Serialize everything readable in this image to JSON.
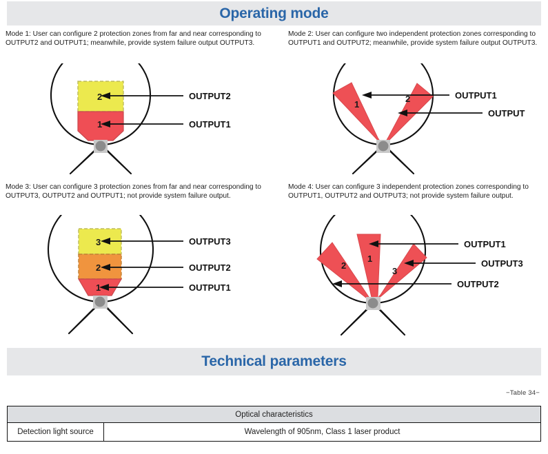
{
  "sections": {
    "operating": {
      "title": "Operating mode"
    },
    "technical": {
      "title": "Technical parameters"
    }
  },
  "modes": [
    {
      "id": "mode1",
      "description": "Mode 1: User can configure 2 protection zones from far and near corresponding to OUTPUT2 and OUTPUT1; meanwhile, provide system failure output OUTPUT3.",
      "diagram_type": "stacked-zones",
      "zones": [
        {
          "number": "2",
          "color": "#ece94e",
          "label": "OUTPUT2"
        },
        {
          "number": "1",
          "color": "#ef4e55",
          "label": "OUTPUT1"
        }
      ]
    },
    {
      "id": "mode2",
      "description": "Mode 2: User can configure two independent protection zones corresponding to OUTPUT1 and OUTPUT2; meanwhile, provide system failure output OUTPUT3.",
      "diagram_type": "fan-sectors",
      "zones": [
        {
          "number": "1",
          "color": "#ee5055",
          "label": "OUTPUT1"
        },
        {
          "number": "2",
          "color": "#ee5055",
          "label": "OUTPUT"
        }
      ]
    },
    {
      "id": "mode3",
      "description": "Mode 3: User can configure 3 protection zones from far and near corresponding to OUTPUT3, OUTPUT2 and OUTPUT1; not provide system failure output.",
      "diagram_type": "stacked-zones",
      "zones": [
        {
          "number": "3",
          "color": "#ece94e",
          "label": "OUTPUT3"
        },
        {
          "number": "2",
          "color": "#f0943e",
          "label": "OUTPUT2"
        },
        {
          "number": "1",
          "color": "#ef4e55",
          "label": "OUTPUT1"
        }
      ]
    },
    {
      "id": "mode4",
      "description": "Mode 4: User can configure 3 independent protection zones corresponding to OUTPUT1, OUTPUT2 and OUTPUT3; not provide system failure output.",
      "diagram_type": "fan-sectors",
      "zones": [
        {
          "number": "2",
          "color": "#ee5055",
          "label": "OUTPUT2"
        },
        {
          "number": "1",
          "color": "#ee5055",
          "label": "OUTPUT1"
        },
        {
          "number": "3",
          "color": "#ee5055",
          "label": "OUTPUT3"
        }
      ]
    }
  ],
  "table": {
    "caption": "−Table 34−",
    "group_header": "Optical characteristics",
    "rows": [
      {
        "label": "Detection light source",
        "value": "Wavelength of 905nm, Class 1 laser product"
      }
    ]
  },
  "colors": {
    "banner_bg": "#e6e7e9",
    "title_blue": "#2a66a8",
    "zone_yellow": "#ece94e",
    "zone_orange": "#f0943e",
    "zone_red": "#ef4e55",
    "table_header_bg": "#dcdee1",
    "outline": "#111111",
    "hub_gray": "#8c8c8c"
  }
}
